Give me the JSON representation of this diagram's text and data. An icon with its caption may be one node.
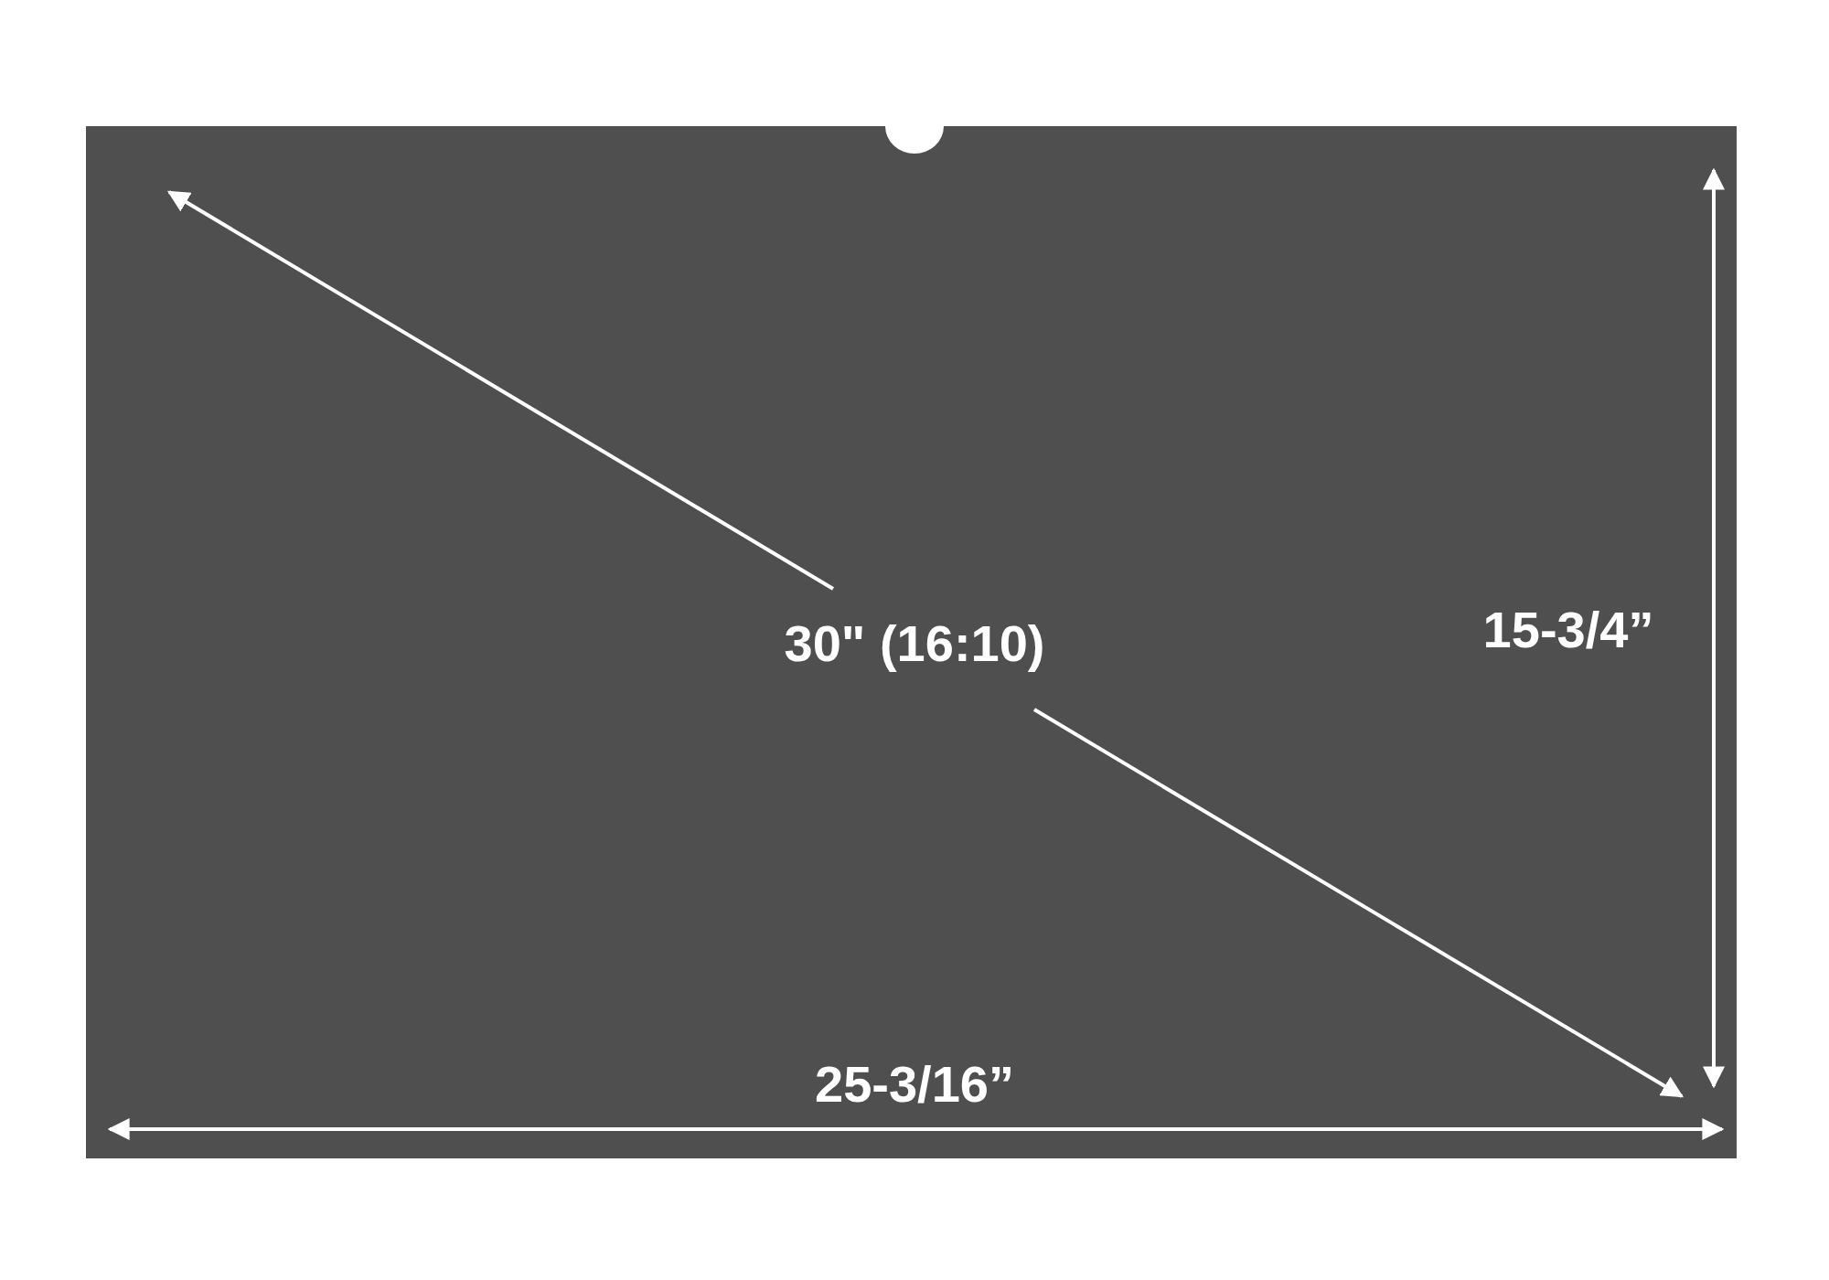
{
  "diagram": {
    "labels": [
      "30\" (16:10)",
      "15-3/4”",
      "25-3/16”"
    ]
  }
}
